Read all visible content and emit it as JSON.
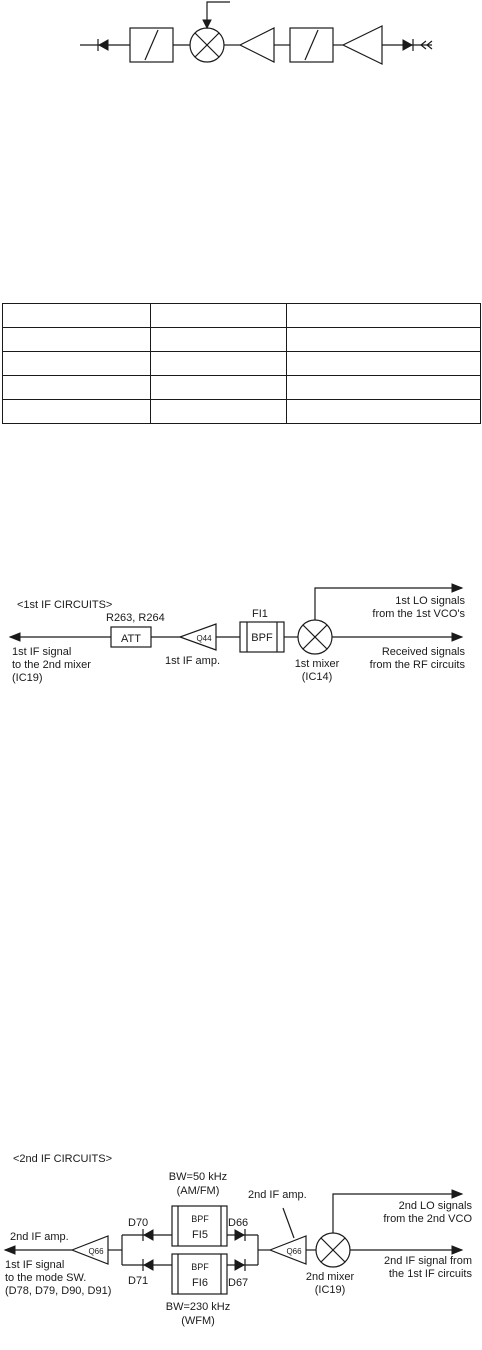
{
  "first_if": {
    "heading": "<1st IF CIRCUITS>",
    "att_ref": "R263, R264",
    "att_label": "ATT",
    "amp_transistor": "Q44",
    "amp_label": "1st IF amp.",
    "filter_ref": "FI1",
    "filter_label": "BPF",
    "mixer_label": "1st mixer",
    "mixer_ic": "(IC14)",
    "output_line1": "1st IF signal",
    "output_line2": "to the 2nd mixer",
    "output_line3": "(IC19)",
    "lo_line1": "1st LO signals",
    "lo_line2": "from the 1st VCO's",
    "rx_line1": "Received signals",
    "rx_line2": "from the RF circuits"
  },
  "second_if": {
    "heading": "<2nd IF CIRCUITS>",
    "bw_top_line1": "BW=50 kHz",
    "bw_top_line2": "(AM/FM)",
    "bw_bottom_line1": "BW=230 kHz",
    "bw_bottom_line2": "(WFM)",
    "filter_top_label": "BPF",
    "filter_top_ref": "FI5",
    "filter_bottom_label": "BPF",
    "filter_bottom_ref": "FI6",
    "diode_top_left": "D70",
    "diode_bottom_left": "D71",
    "diode_top_right": "D66",
    "diode_bottom_right": "D67",
    "amp_right_label": "2nd IF amp.",
    "amp_right_transistor": "Q66",
    "amp_left_label": "2nd IF amp.",
    "amp_left_transistor": "Q66",
    "mixer_label": "2nd mixer",
    "mixer_ic": "(IC19)",
    "lo_line1": "2nd LO signals",
    "lo_line2": "from the 2nd VCO",
    "in_line1": "2nd IF signal from",
    "in_line2": "the 1st IF circuits",
    "out_line1": "1st IF signal",
    "out_line2": "to the mode SW.",
    "out_line3": "(D78, D79, D90, D91)"
  }
}
